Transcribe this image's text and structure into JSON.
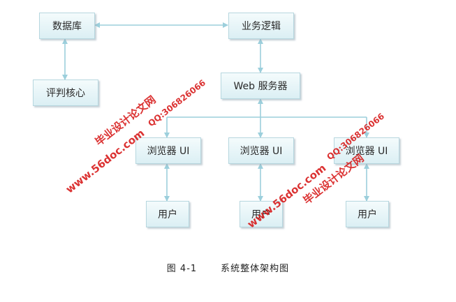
{
  "nodes": {
    "database": "数据库",
    "business_logic": "业务逻辑",
    "judge_core": "评判核心",
    "web_server": "Web 服务器",
    "browser_ui_1": "浏览器 UI",
    "browser_ui_2": "浏览器 UI",
    "browser_ui_3": "浏览器 UI",
    "user_1": "用户",
    "user_2": "用户",
    "user_3": "用户"
  },
  "caption": {
    "figure_number": "图 4-1",
    "title": "系统整体架构图"
  },
  "watermarks": {
    "site_name": "毕业设计论文网",
    "url": "www.56doc.com",
    "qq": "QQ:306826066"
  },
  "colors": {
    "connector": "#9ccfdc",
    "node_border": "#b7d7df",
    "watermark": "#d61616"
  }
}
